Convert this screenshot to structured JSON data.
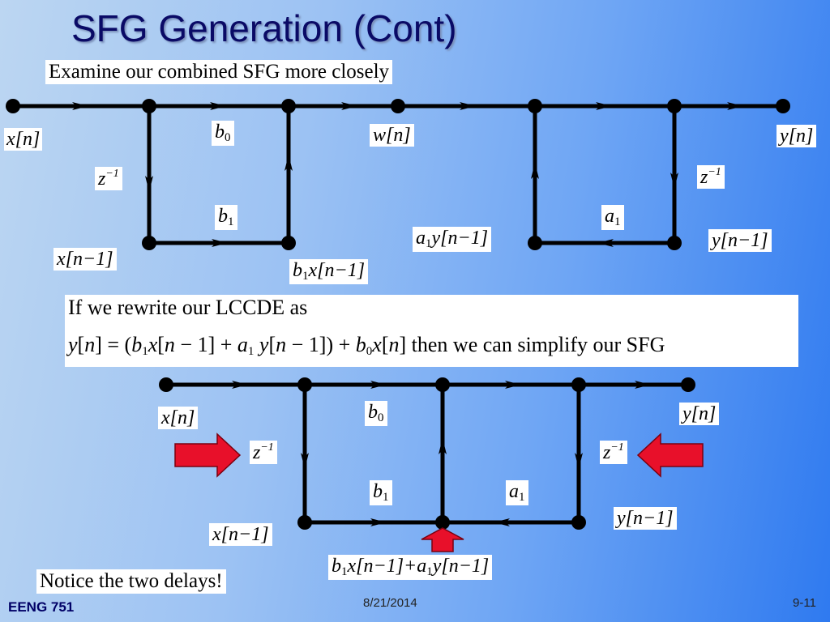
{
  "slide": {
    "title": "SFG Generation (Cont)",
    "intro_text": "Examine our combined SFG more closely",
    "rewrite_line1": "If  we rewrite our LCCDE as",
    "rewrite_suffix": "then we can simplify our SFG",
    "notice_text": "Notice the two delays!",
    "footer_course": "EENG 751",
    "footer_date": "8/21/2014",
    "footer_page": "9-11"
  },
  "top_diagram": {
    "labels": {
      "x_n": "x[n]",
      "x_n_minus_1": "x[n−1]",
      "w_n": "w[n]",
      "y_n": "y[n]",
      "y_n_minus_1": "y[n−1]",
      "b0": "b0",
      "b1": "b1",
      "a1": "a1",
      "z_inv_left": "z−1",
      "z_inv_right": "z−1",
      "b1_x": "b1x[n−1]",
      "a1_y": "a1y[n−1]"
    }
  },
  "bottom_diagram": {
    "labels": {
      "x_n": "x[n]",
      "y_n": "y[n]",
      "x_n_minus_1": "x[n−1]",
      "y_n_minus_1": "y[n−1]",
      "b0": "b0",
      "b1": "b1",
      "a1": "a1",
      "z_inv_left": "z−1",
      "z_inv_right": "z−1",
      "sum_expr": "b1x[n−1]+a1y[n−1]"
    }
  },
  "colors": {
    "title": "#0a0a66",
    "arrow_red": "#e8102a",
    "line": "#000000"
  }
}
